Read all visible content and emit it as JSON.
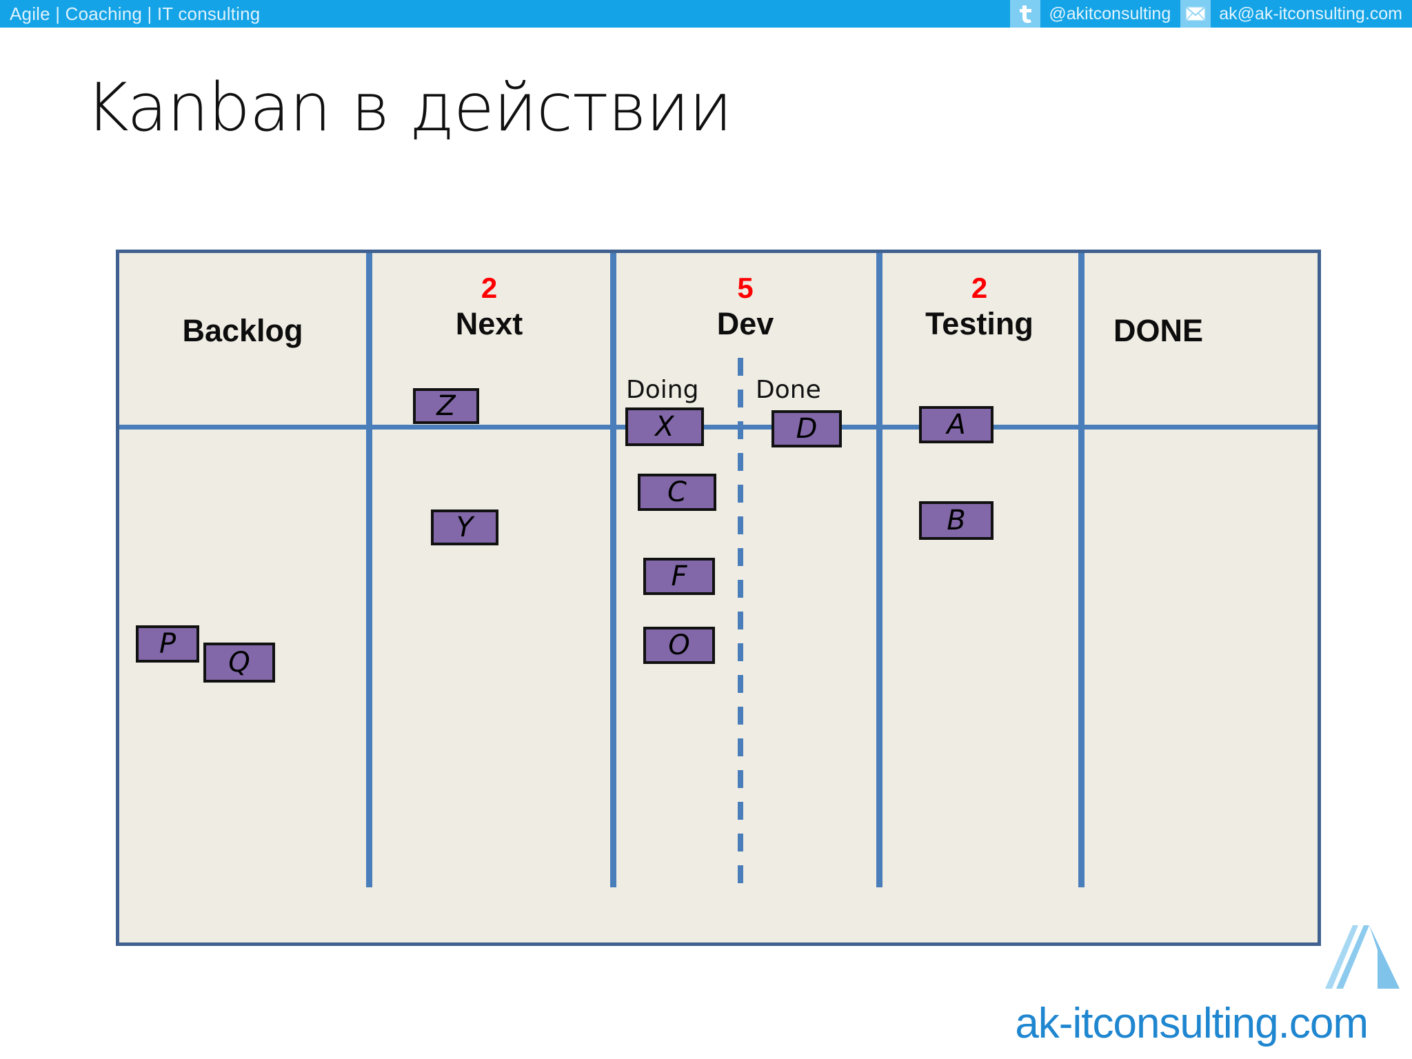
{
  "banner": {
    "tagline": "Agile | Coaching | IT consulting",
    "twitter_icon": "twitter-bird-icon",
    "twitter_handle": "@akitconsulting",
    "email_icon": "envelope-icon",
    "email": "ak@ak-itconsulting.com",
    "background_color": "#13a3e6"
  },
  "title": "Kanban в действии",
  "board": {
    "border_color": "#40618f",
    "divider_color": "#4a7ebb",
    "background_color": "#efece3",
    "wip_color": "#ff0000",
    "card_color": "#8268a8",
    "columns": [
      {
        "id": "backlog",
        "title": "Backlog",
        "wip": "",
        "subcolumns": [],
        "cards": [
          "P",
          "Q"
        ]
      },
      {
        "id": "next",
        "title": "Next",
        "wip": "2",
        "subcolumns": [],
        "cards": [
          "Z",
          "Y"
        ]
      },
      {
        "id": "dev",
        "title": "Dev",
        "wip": "5",
        "subcolumns": [
          "Doing",
          "Done"
        ],
        "cards": [
          "X",
          "C",
          "F",
          "O",
          "D"
        ]
      },
      {
        "id": "testing",
        "title": "Testing",
        "wip": "2",
        "subcolumns": [],
        "cards": [
          "A",
          "B"
        ]
      },
      {
        "id": "done",
        "title": "DONE",
        "wip": "",
        "subcolumns": [],
        "cards": []
      }
    ]
  },
  "footer": {
    "url": "ak-itconsulting.com",
    "url_color": "#1f86d0",
    "logo_icon": "ak-triangle-logo"
  }
}
